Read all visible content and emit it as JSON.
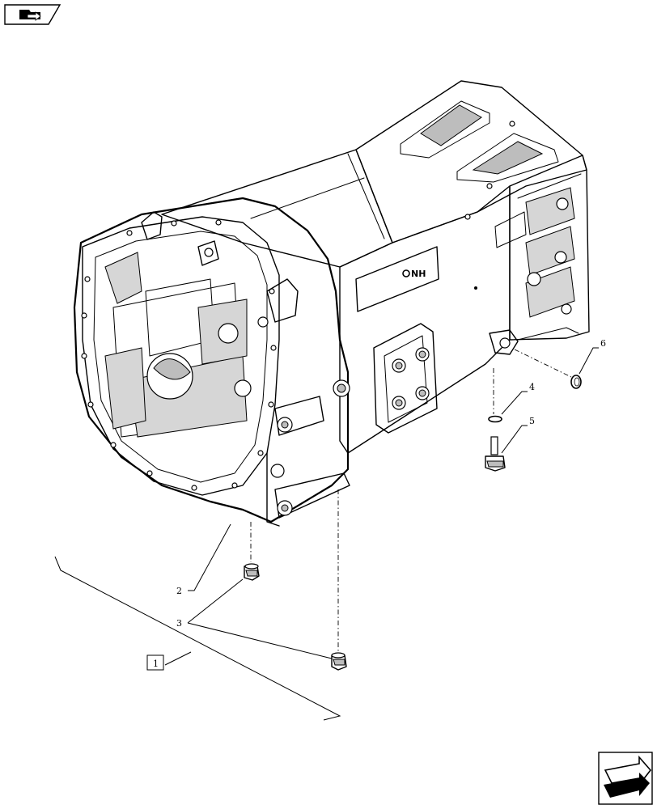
{
  "callouts": {
    "c1": "1",
    "c2": "2",
    "c3": "3",
    "c4": "4",
    "c5": "5",
    "c6": "6"
  },
  "brand_mark": "NH",
  "icons": {
    "top_left": "folder-arrow-icon",
    "bottom_right": "next-page-arrow-icon"
  }
}
